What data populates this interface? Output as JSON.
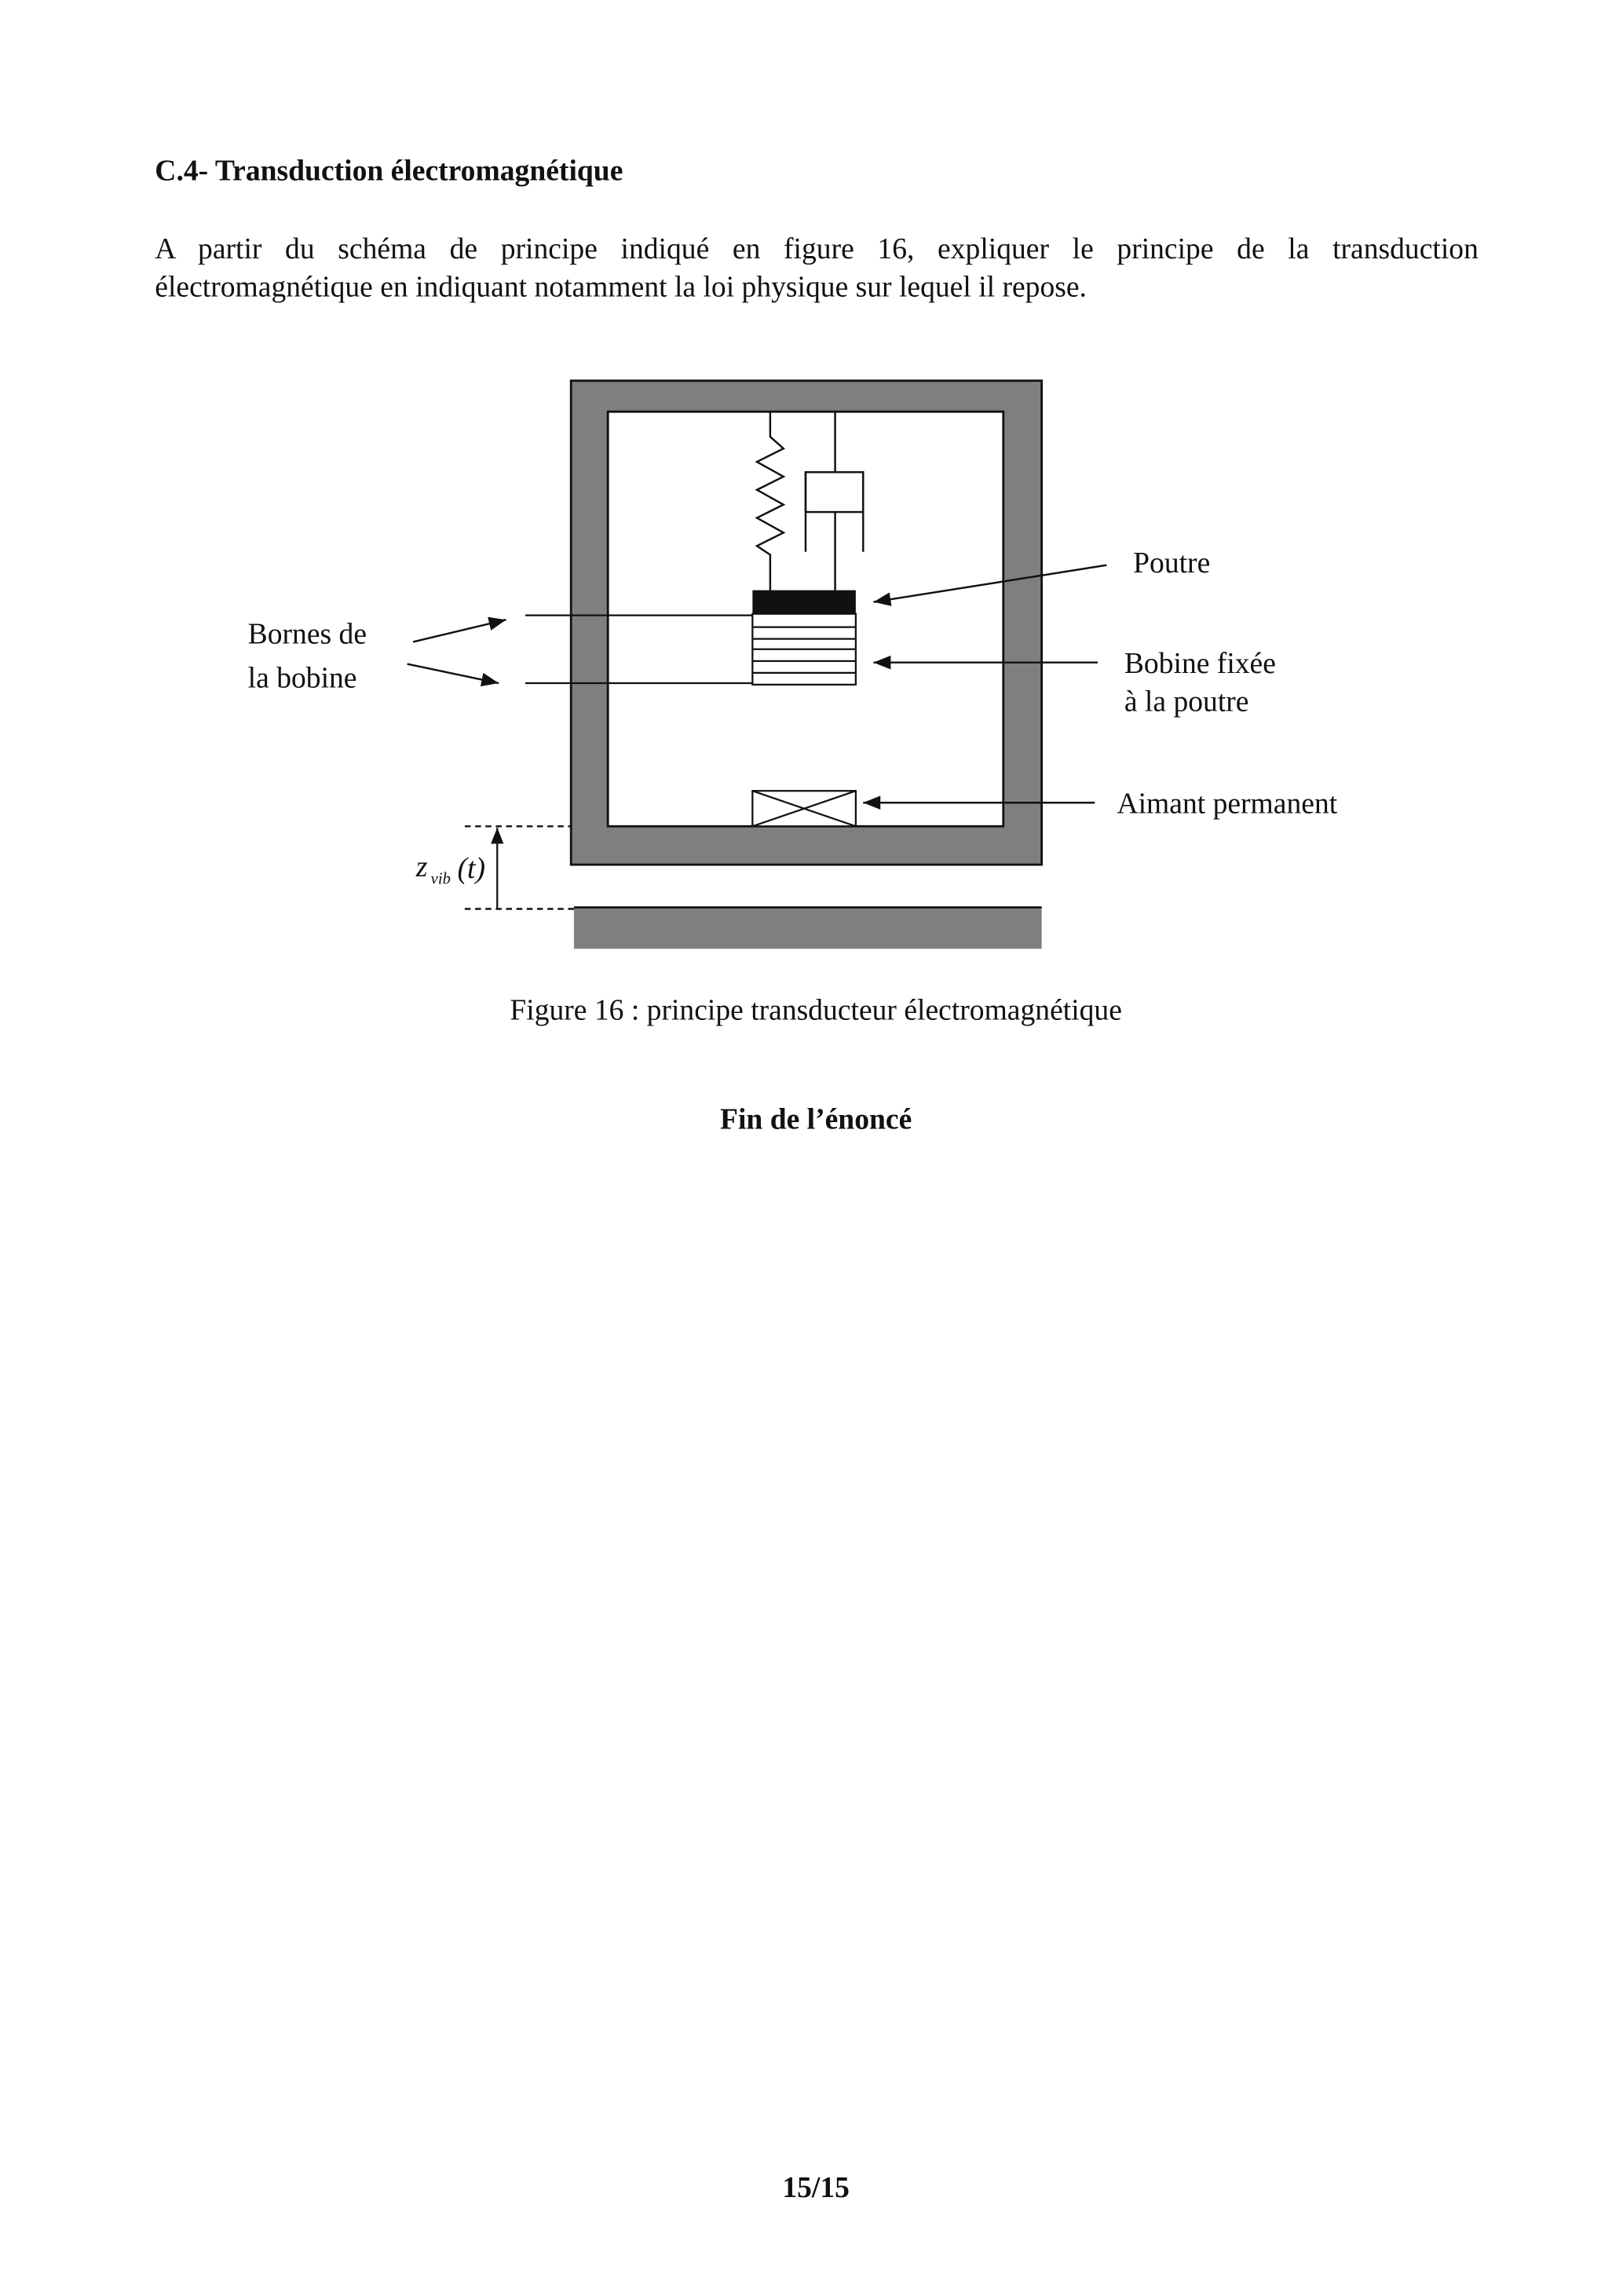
{
  "section": {
    "heading": "C.4- Transduction électromagnétique",
    "paragraph_lines": [
      "A partir du schéma de principe indiqué en figure 16, expliquer le principe de la transduction",
      "électromagnétique en indiquant notamment la loi physique sur lequel il repose."
    ]
  },
  "figure": {
    "labels": {
      "bornes_line1": "Bornes de",
      "bornes_line2": "la bobine",
      "poutre": "Poutre",
      "bobine_line1": "Bobine fixée",
      "bobine_line2": "à la poutre",
      "aimant": "Aimant permanent",
      "z_main": "z",
      "z_sub": "vib",
      "z_arg": "(t)"
    },
    "caption": "Figure 16 : principe transducteur électromagnétique",
    "colors": {
      "frame": "#7f7f7f",
      "beam": "#111111"
    }
  },
  "footer": {
    "end_text": "Fin de l’énoncé",
    "page_number": "15/15"
  }
}
